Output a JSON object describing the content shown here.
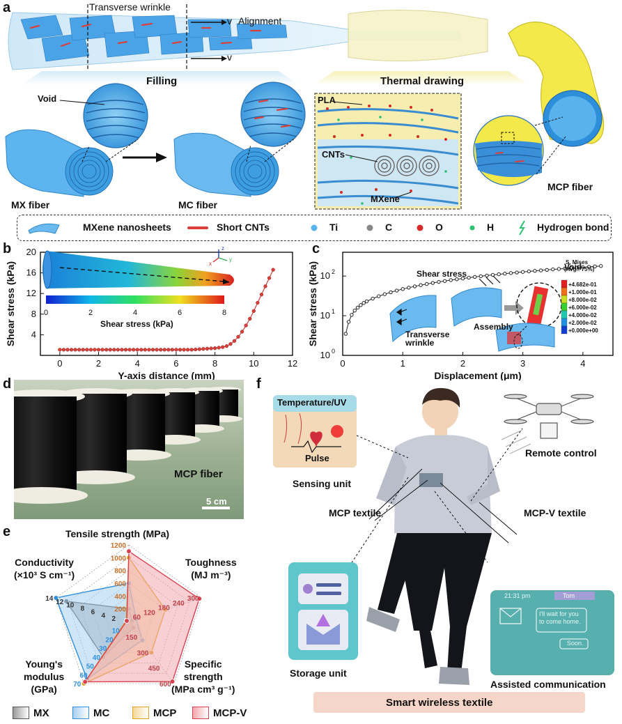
{
  "panels": {
    "a": "a",
    "b": "b",
    "c": "c",
    "d": "d",
    "e": "e",
    "f": "f"
  },
  "panel_a": {
    "transverse_wrinkle": "Transverse wrinkle",
    "alignment": "Alignment",
    "v1": "v",
    "v2": "v",
    "filling": "Filling",
    "thermal_drawing": "Thermal drawing",
    "void": "Void",
    "mx_fiber": "MX fiber",
    "mc_fiber": "MC fiber",
    "pla": "PLA",
    "cnts": "CNTs",
    "mxene": "MXene",
    "mcp_fiber": "MCP fiber"
  },
  "legend": {
    "mxene_nanosheets": "MXene nanosheets",
    "short_cnts": "Short CNTs",
    "ti": "Ti",
    "c": "C",
    "o": "O",
    "h": "H",
    "hydrogen_bond": "Hydrogen bond"
  },
  "colors": {
    "mxene": "#3aa0e8",
    "cnt": "#d9403a",
    "ti": "#56b4ee",
    "c": "#888888",
    "o": "#d62a2a",
    "h": "#2fbf71",
    "pla": "#f2e64a"
  },
  "panel_b": {
    "colorbar_label": "Shear stress (kPa)",
    "colorbar_ticks": [
      "0",
      "2",
      "4",
      "6",
      "8"
    ],
    "axis_icon": {
      "z": "z",
      "x": "x",
      "y": "y"
    }
  },
  "panel_c": {
    "shear_stress": "Shear stress",
    "void": "Void",
    "assembly": "Assembly",
    "transverse_wrinkle": "Transverse\nwrinkle",
    "mises_title": "S, Mises",
    "mises_avg": "(Avg.: 75%)",
    "mises_values": [
      "+4.682e-01",
      "+1.000e-01",
      "+8.000e-02",
      "+6.000e-02",
      "+4.000e-02",
      "+2.000e-02",
      "+0.000e+00"
    ],
    "mises_colors": [
      "#e02020",
      "#f07018",
      "#c8e020",
      "#38d030",
      "#20c8b0",
      "#2090e0",
      "#1040d0"
    ]
  },
  "panel_d": {
    "label": "MCP fiber",
    "scale": "5 cm"
  },
  "panel_f": {
    "temperature_uv": "Temperature/UV",
    "pulse": "Pulse",
    "sensing_unit": "Sensing unit",
    "mcp_textile": "MCP textile",
    "mcp_v_textile": "MCP-V textile",
    "remote_control": "Remote control",
    "storage_unit": "Storage unit",
    "assisted_communication": "Assisted communication",
    "smart_wireless_textile": "Smart wireless textile",
    "phone_time": "21:31 pm",
    "phone_name": "Tom",
    "phone_msg": "I'll wait for you to come home.",
    "phone_reply": "Soon."
  },
  "chart_data": [
    {
      "type": "line",
      "panel": "b",
      "xlabel": "Y-axis distance (mm)",
      "ylabel": "Shear stress (kPa)",
      "xlim": [
        -1,
        12
      ],
      "ylim": [
        0,
        20
      ],
      "xticks": [
        0,
        2,
        4,
        6,
        8,
        10,
        12
      ],
      "yticks": [
        4,
        8,
        12,
        16,
        20
      ],
      "series": [
        {
          "color": "#d9403a",
          "x": [
            0,
            0.2,
            0.4,
            0.6,
            0.8,
            1.0,
            1.2,
            1.4,
            1.6,
            1.8,
            2.0,
            2.2,
            2.4,
            2.6,
            2.8,
            3.0,
            3.2,
            3.4,
            3.6,
            3.8,
            4.0,
            4.2,
            4.4,
            4.6,
            4.8,
            5.0,
            5.2,
            5.4,
            5.6,
            5.8,
            6.0,
            6.2,
            6.4,
            6.6,
            6.8,
            7.0,
            7.2,
            7.4,
            7.6,
            7.8,
            8.0,
            8.2,
            8.4,
            8.6,
            8.8,
            9.0,
            9.2,
            9.4,
            9.6,
            9.8,
            10.0,
            10.2,
            10.4,
            10.6,
            10.8,
            11.0
          ],
          "y": [
            1.1,
            1.1,
            1.1,
            1.1,
            1.1,
            1.1,
            1.1,
            1.1,
            1.1,
            1.1,
            1.1,
            1.1,
            1.1,
            1.1,
            1.1,
            1.1,
            1.1,
            1.1,
            1.1,
            1.1,
            1.1,
            1.1,
            1.1,
            1.1,
            1.1,
            1.1,
            1.1,
            1.1,
            1.1,
            1.1,
            1.1,
            1.1,
            1.1,
            1.1,
            1.1,
            1.15,
            1.2,
            1.25,
            1.3,
            1.35,
            1.4,
            1.5,
            1.6,
            1.8,
            2.2,
            2.8,
            3.6,
            4.6,
            5.8,
            7.1,
            8.6,
            10.2,
            11.8,
            13.4,
            15.0,
            16.6
          ]
        }
      ]
    },
    {
      "type": "line",
      "panel": "c",
      "xlabel": "Displacement (μm)",
      "ylabel": "Shear stress (kPa)",
      "xlim": [
        0,
        4.5
      ],
      "ylim_log10": [
        0,
        2.6
      ],
      "log_y": true,
      "xticks": [
        0,
        1,
        2,
        3,
        4
      ],
      "yticks": [
        "10^0",
        "10^1",
        "10^2"
      ],
      "series": [
        {
          "color": "#222222",
          "x": [
            0.05,
            0.1,
            0.15,
            0.2,
            0.25,
            0.3,
            0.35,
            0.4,
            0.5,
            0.6,
            0.7,
            0.8,
            0.9,
            1.0,
            1.1,
            1.2,
            1.3,
            1.4,
            1.5,
            1.6,
            1.7,
            1.8,
            1.9,
            2.0,
            2.1,
            2.2,
            2.3,
            2.4,
            2.5,
            2.6,
            2.7,
            2.8,
            2.9,
            3.0,
            3.1,
            3.2,
            3.3,
            3.4,
            3.5,
            3.6,
            3.7,
            3.8,
            3.9,
            4.0,
            4.1,
            4.2,
            4.3
          ],
          "y": [
            3.5,
            7,
            10.5,
            13.5,
            16,
            18.5,
            21,
            23,
            27,
            31,
            35,
            39,
            43,
            47,
            51,
            55,
            59,
            63,
            67,
            71,
            75,
            79,
            83,
            87,
            91,
            95,
            99,
            103,
            107,
            111,
            115,
            119,
            123,
            127,
            131,
            135,
            139,
            143,
            147,
            151,
            155,
            159,
            163,
            167,
            171,
            175,
            179
          ]
        }
      ]
    },
    {
      "type": "radar",
      "panel": "e",
      "axes": [
        {
          "label": "Tensile strength (MPa)",
          "ticks": [
            "200",
            "400",
            "600",
            "800",
            "1000",
            "1200"
          ],
          "max": 1200
        },
        {
          "label": "Toughness\n(MJ m⁻³)",
          "ticks": [
            "60",
            "120",
            "180",
            "240",
            "300"
          ],
          "max": 300
        },
        {
          "label": "Specific\nstrength\n(MPa cm³ g⁻¹)",
          "ticks": [
            "150",
            "300",
            "450",
            "600"
          ],
          "max": 600
        },
        {
          "label": "Young's\nmodulus\n(GPa)",
          "ticks": [
            "10",
            "20",
            "30",
            "40",
            "50",
            "60",
            "70"
          ],
          "max": 70
        },
        {
          "label": "Conductivity\n(×10³ S cm⁻¹)",
          "ticks": [
            "2",
            "4",
            "6",
            "8",
            "10",
            "12",
            "14"
          ],
          "max": 14
        }
      ],
      "series": [
        {
          "name": "MX",
          "color": "#555555",
          "fill": "#9a9a9a",
          "values": [
            200,
            12,
            60,
            40,
            12
          ]
        },
        {
          "name": "MC",
          "color": "#2f8fe0",
          "fill": "#a7cff2",
          "values": [
            600,
            30,
            180,
            65,
            14
          ]
        },
        {
          "name": "MCP",
          "color": "#e2a21a",
          "fill": "#f3d79a",
          "values": [
            1000,
            150,
            300,
            70,
            0.5
          ]
        },
        {
          "name": "MCP-V",
          "color": "#d94050",
          "fill": "#f2a7ae",
          "values": [
            1100,
            290,
            580,
            68,
            0.4
          ]
        }
      ]
    }
  ]
}
